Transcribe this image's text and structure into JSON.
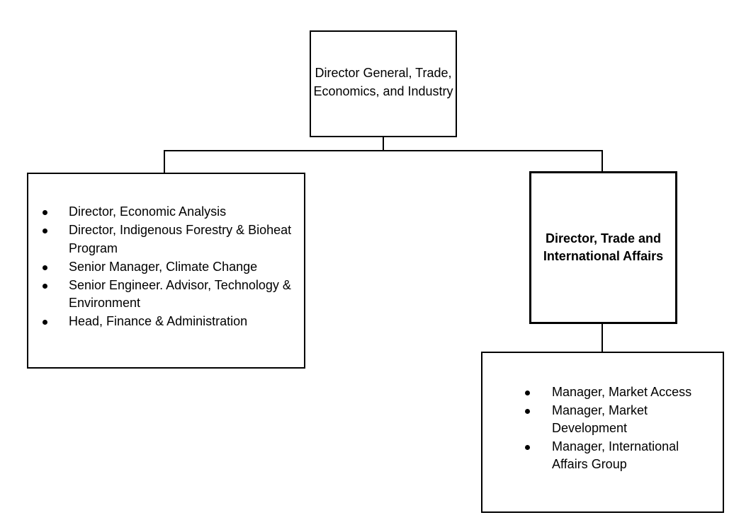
{
  "nodes": {
    "director_general": "Director General, Trade, Economics, and Industry",
    "director_trade": "Director, Trade and International Affairs",
    "left_group": {
      "items": [
        "Director, Economic Analysis",
        "Director, Indigenous Forestry & Bioheat Program",
        "Senior Manager, Climate Change",
        "Senior Engineer. Advisor, Technology & Environment",
        "Head, Finance & Administration"
      ]
    },
    "right_group": {
      "items": [
        "Manager, Market Access",
        "Manager, Market Development",
        "Manager, International Affairs Group"
      ]
    }
  }
}
